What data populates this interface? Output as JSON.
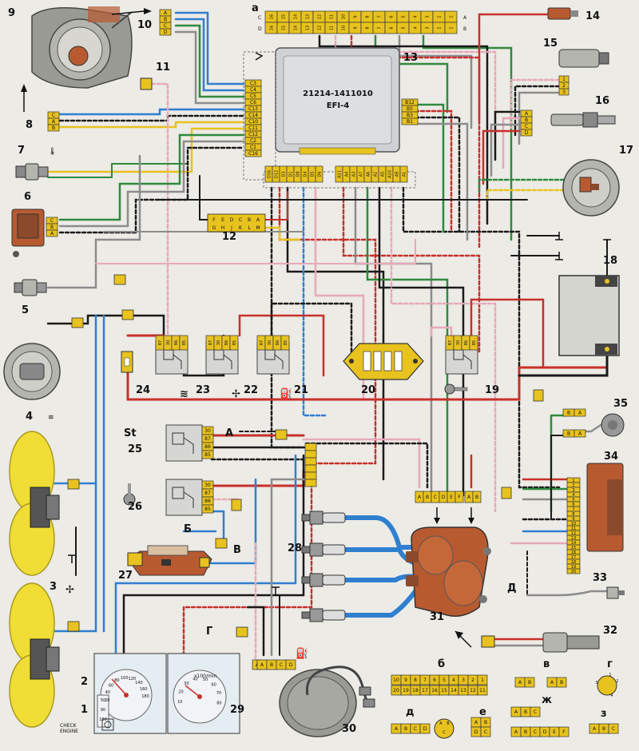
{
  "ecu": {
    "part_number": "21214-1411010",
    "system": "EFI-4"
  },
  "markers": {
    "a": "а",
    "b": "б",
    "v": "в",
    "g": "г",
    "d": "д",
    "e": "е",
    "zh": "ж",
    "z": "з",
    "A": "А",
    "B": "Б",
    "V": "В",
    "G": "Г",
    "D": "Д"
  },
  "callouts": [
    "1",
    "2",
    "3",
    "4",
    "5",
    "6",
    "7",
    "8",
    "9",
    "10",
    "11",
    "12",
    "13",
    "14",
    "15",
    "16",
    "17",
    "18",
    "19",
    "20",
    "21",
    "22",
    "23",
    "24",
    "25",
    "26",
    "27",
    "28",
    "29",
    "30",
    "31",
    "32",
    "33",
    "34",
    "35"
  ],
  "connectors": {
    "c10": [
      "A",
      "B",
      "C",
      "D"
    ],
    "c8": [
      "C",
      "A",
      "B"
    ],
    "c6": [
      "C",
      "B",
      "A"
    ],
    "c15": [
      "1",
      "2",
      "3"
    ],
    "c16": [
      "A",
      "B",
      "C",
      "D"
    ],
    "ecu_left": [
      "C3",
      "C4",
      "C5",
      "C6",
      "C13",
      "C14",
      "C10",
      "C11",
      "C12",
      "C2",
      "C1",
      "C16"
    ],
    "ecu_right": [
      "B12",
      "B5",
      "B3",
      "B1"
    ],
    "ecu_bottom_d": [
      "D16",
      "D12",
      "D3",
      "D1",
      "D8",
      "D4",
      "D5",
      "D6"
    ],
    "ecu_bottom_a": [
      "A11",
      "A4",
      "A3",
      "A7",
      "A6",
      "A2",
      "A5",
      "A10",
      "A9",
      "A1"
    ],
    "c12_top": [
      "F",
      "E",
      "D",
      "C",
      "B",
      "A"
    ],
    "c12_bottom": [
      "G",
      "H",
      "J",
      "K",
      "L",
      "M"
    ],
    "c34": [
      "1",
      "2",
      "3",
      "4",
      "5",
      "6",
      "7",
      "8",
      "9",
      "10",
      "11",
      "12",
      "13",
      "14",
      "15",
      "16",
      "17",
      "18",
      "19",
      "20"
    ],
    "c_abcdef": [
      "A",
      "B",
      "C",
      "D",
      "E",
      "F"
    ],
    "c_ab": [
      "A",
      "B"
    ],
    "c30": [
      "A",
      "B",
      "C",
      "D"
    ],
    "c35_top": [
      "B",
      "A"
    ],
    "c35_bottom": [
      "B",
      "A"
    ],
    "relay25": [
      "30",
      "87",
      "86",
      "85"
    ],
    "relay26": [
      "30",
      "87",
      "86",
      "85"
    ],
    "relay_small": [
      "87",
      "30",
      "86",
      "85"
    ],
    "inset_b_top": [
      "10",
      "9",
      "8",
      "7",
      "6",
      "5",
      "4",
      "3",
      "2",
      "1"
    ],
    "inset_b_bottom": [
      "20",
      "19",
      "18",
      "17",
      "16",
      "15",
      "14",
      "13",
      "12",
      "11"
    ],
    "inset_a_c": [
      "16",
      "15",
      "14",
      "13",
      "12",
      "11",
      "10",
      "9",
      "8",
      "7",
      "6",
      "5",
      "4",
      "3",
      "2",
      "1"
    ],
    "inset_a_d": [
      "16",
      "15",
      "14",
      "13",
      "12",
      "11",
      "10",
      "9",
      "8",
      "7",
      "6",
      "5",
      "4",
      "3",
      "2",
      "1"
    ],
    "row_labels": [
      "A",
      "B",
      "C",
      "D"
    ],
    "inset_v_1": [
      "A",
      "B"
    ],
    "inset_v_2": [
      "A",
      "B"
    ],
    "inset_zh": [
      "A",
      "B",
      "C"
    ],
    "inset_zh_2": [
      "A",
      "B",
      "C",
      "D",
      "E",
      "F"
    ],
    "inset_d": [
      "A",
      "B",
      "C",
      "D"
    ],
    "inset_d_round": [
      "A",
      "B",
      "C"
    ],
    "inset_e": [
      "A",
      "B",
      "D",
      "C"
    ],
    "inset_z": [
      "A",
      "B",
      "C"
    ],
    "inset_g": [
      "1",
      "2",
      "3",
      "4"
    ]
  },
  "labels": {
    "starter": "St",
    "check_engine": "CHECK\nENGINE",
    "tach_unit": "x100/min",
    "speed_scale": [
      "20",
      "40",
      "60",
      "80",
      "100",
      "120",
      "140",
      "160",
      "180"
    ],
    "tach_scale": [
      "10",
      "20",
      "30",
      "40",
      "50",
      "60",
      "70",
      "80"
    ],
    "temp_scale": [
      "50",
      "90",
      "130"
    ]
  },
  "colors": {
    "red": "#c8302a",
    "blue": "#2f7fd0",
    "black": "#1a1a1a",
    "yellow": "#e8c21e",
    "green": "#2f8a3c",
    "pink": "#e8a8b8",
    "gray": "#8c8c8c",
    "white": "#f6f6f6",
    "brown": "#8b4a2b",
    "orange_coil": "#b85a30"
  }
}
